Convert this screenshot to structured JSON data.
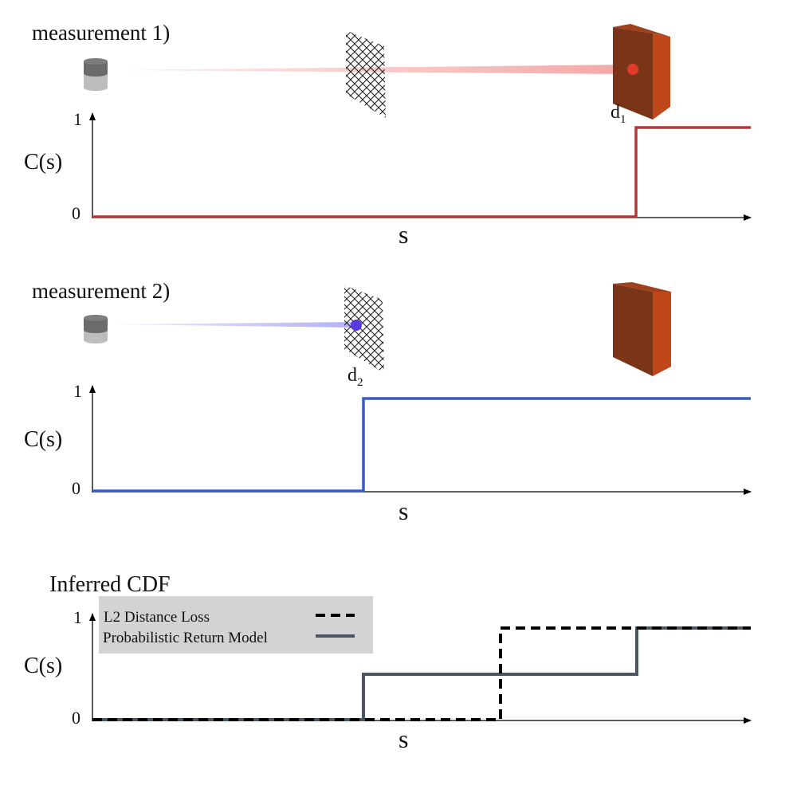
{
  "panels": {
    "m1": {
      "title": "measurement 1)",
      "axis_name": "C(s)",
      "y_tick_top": "1",
      "y_tick_bottom": "0",
      "x_label": "s",
      "marker_label": "d",
      "marker_sub": "1",
      "beam_color": "#f4a6a6",
      "hit_color": "#e03a2a",
      "line_color": "#b03a3a"
    },
    "m2": {
      "title": "measurement 2)",
      "axis_name": "C(s)",
      "y_tick_top": "1",
      "y_tick_bottom": "0",
      "x_label": "s",
      "marker_label": "d",
      "marker_sub": "2",
      "beam_color": "#b3b0f5",
      "hit_color": "#5a3ae0",
      "line_color": "#3a5cbf"
    },
    "cdf": {
      "title": "Inferred CDF",
      "axis_name": "C(s)",
      "y_tick_top": "1",
      "y_tick_bottom": "0",
      "x_label": "s",
      "legend": {
        "l2": "L2 Distance Loss",
        "prob": "Probabilistic Return Model"
      },
      "l2_color": "#000000",
      "prob_color": "#4d5560"
    }
  },
  "colors": {
    "wall_front": "#7a3418",
    "wall_side": "#c0471a",
    "wall_top": "#a0401c",
    "sensor_top": "#6b6b6b",
    "sensor_bottom": "#bdbdbd"
  }
}
